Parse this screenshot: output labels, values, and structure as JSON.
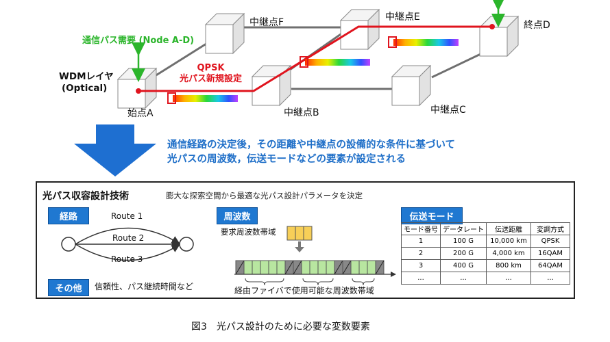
{
  "top": {
    "nodes": {
      "start": "始点A",
      "b": "中継点B",
      "c": "中継点C",
      "end": "終点D",
      "e": "中継点E",
      "f": "中継点F"
    },
    "layer_label_line1": "WDMレイヤ",
    "layer_label_line2": "(Optical)",
    "demand_label": "通信パス需要 (Node A-D)",
    "new_path_line1": "QPSK",
    "new_path_line2": "光パス新規設定"
  },
  "arrow_text": {
    "line1": "通信経路の決定後，その距離や中継点の設備的な条件に基づいて",
    "line2": "光パスの周波数，伝送モードなどの要素が設定される"
  },
  "panel": {
    "title": "光パス収容設計技術",
    "subtitle": "膨大な探索空間から最適な光パス設計パラメータを決定",
    "route": {
      "tag": "経路",
      "routes": [
        "Route 1",
        "Route 2",
        "Route 3"
      ]
    },
    "other": {
      "tag": "その他",
      "text": "信頼性、パス継続時間など"
    },
    "freq": {
      "tag": "周波数",
      "demand_label": "要求周波数帯域",
      "available_label": "経由ファイバで使用可能な周波数帯域"
    },
    "mode": {
      "tag": "伝送モード",
      "headers": [
        "モード番号",
        "データレート",
        "伝送距離",
        "変調方式"
      ],
      "rows": [
        [
          "1",
          "100 G",
          "10,000 km",
          "QPSK"
        ],
        [
          "2",
          "200 G",
          "4,000 km",
          "16QAM"
        ],
        [
          "3",
          "400 G",
          "800 km",
          "64QAM"
        ],
        [
          "...",
          "...",
          "...",
          "..."
        ]
      ]
    }
  },
  "caption": "図3　光パス設計のために必要な変数要素",
  "colors": {
    "path_red": "#e0141e",
    "demand_green": "#2bb52b",
    "label_blue": "#1f6fc8",
    "tag_blue": "#1f78d1",
    "slot_green": "#b8e6a0",
    "slot_gray": "#888888",
    "request_yellow": "#f7cf58"
  }
}
